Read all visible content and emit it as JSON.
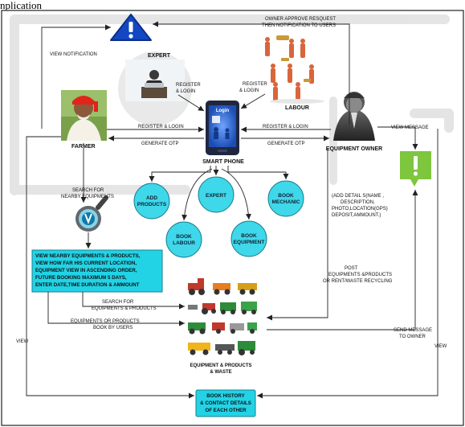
{
  "header_fragment": "nplication",
  "nodes": {
    "farmer": "FARMER",
    "expert": "EXPERT",
    "labour": "LABOUR",
    "smartphone": "SMART PHONE",
    "phone_login": "Login",
    "equipment_owner": "EQUIPMENT OWNER",
    "equipment_waste": [
      "EQUIPMENT & PRODUCTS",
      "& WASTE"
    ]
  },
  "circles": {
    "add_products": [
      "ADD",
      "PRODUCTS"
    ],
    "expert": [
      "EXPERT"
    ],
    "book_mechanic": [
      "BOOK",
      "MECHANIC"
    ],
    "book_labour": [
      "BOOK",
      "LABOUR"
    ],
    "book_equipment": [
      "BOOK",
      "EQUIPMENT"
    ]
  },
  "boxes": {
    "view_nearby": [
      "VIEW NEARBY EQUIPMENTS & PRODUCTS,",
      "VIEW HOW FAR HIS CURRENT LOCATION,",
      "EQUIPMENT VIEW IN ASCENDING ORDER,",
      "FUTURE BOOKING MAXIMUM 5 DAYS,",
      "ENTER DATE,TIME DURATION & AMMOUNT"
    ],
    "book_history": [
      "BOOK HISTORY",
      "& CONTACT DETAILS",
      "OF EACH OTHER"
    ]
  },
  "edge_labels": {
    "owner_approve": [
      "OWNER APPROVE RESQUEST",
      "THEN NOTIFICATION TO USERS"
    ],
    "view_notification": "VIEW NOTIFICATION",
    "register_login_expert": [
      "REGISTER",
      "& LOGIN"
    ],
    "register_login_labour": [
      "REGISTER",
      "& LOGIN"
    ],
    "register_login_farmer": "REGISTER & LOGIN",
    "register_login_owner": "REGISTER & LOGIN",
    "generate_otp_farmer": "GENERATE OTP",
    "generate_otp_owner": "GENERATE OTP",
    "view_message": "VIEW MESSAGE",
    "search_nearby": [
      "SEARCH FOR",
      "NEARBY EQUIPMENTS"
    ],
    "add_details": [
      "(ADD DETAIL S(NAME ,",
      "DESCRIPTION,",
      "PHOTO,LOCATION(GPS)",
      "DEPOSIT,AMMOUNT.)"
    ],
    "post_equipments": [
      "POST",
      "EQUIPMENTS &PRODUCTS",
      "OR RENT/WASTE RECYCLING"
    ],
    "search_equipments": [
      "SEARCH FOR",
      "EQUIPMENTS & PRODUCTS"
    ],
    "booked_by_users": [
      "EQUIPMENTS OR PRODUCTS",
      "BOOK BY USERS"
    ],
    "send_message": [
      "SEND MESSAGE",
      "TO OWNER"
    ],
    "view_left": "VIEW",
    "view_right": "VIEW"
  },
  "colors": {
    "accent_cyan": "#22d3e6",
    "circle_fill": "#3fd7ea",
    "warning_blue": "#1447c2",
    "chat_green": "#7ec63e",
    "frame_grey": "#dcdcdc",
    "phone_body": "#1f2740",
    "phone_screen": "#2f6cd6"
  },
  "icons": [
    "warning-icon",
    "chat-alert-icon",
    "magnifier-icon",
    "phone-icon"
  ]
}
